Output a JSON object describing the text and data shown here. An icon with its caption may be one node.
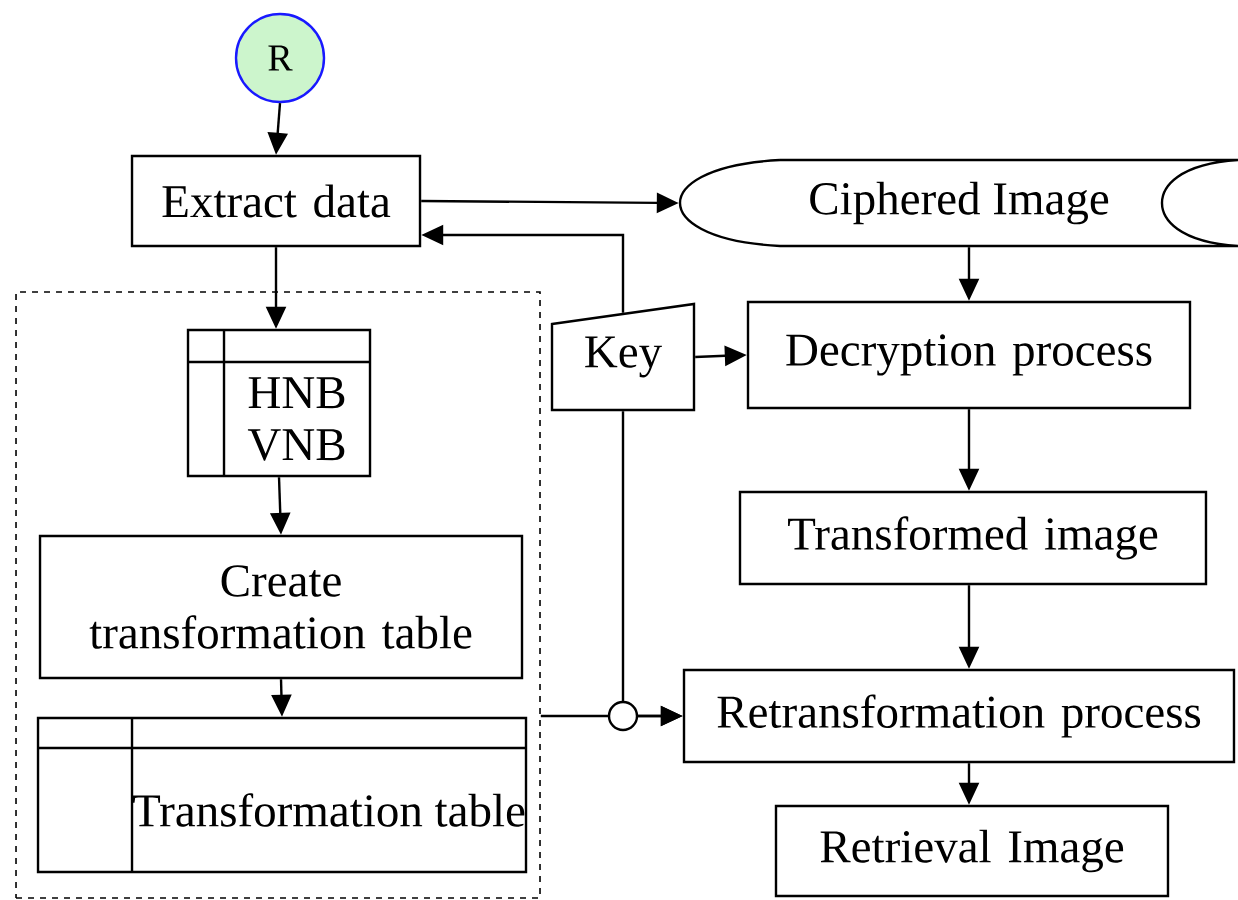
{
  "diagram": {
    "nodes": [
      {
        "text": [
          "R"
        ]
      },
      {
        "text": [
          "Extract data"
        ]
      },
      {
        "text": [
          "Ciphered Image"
        ]
      },
      {
        "text": [],
        "shape": "box"
      },
      {
        "text": [
          "HNB VNB"
        ],
        "in": 3
      },
      {
        "text": [
          "Create transformation table"
        ],
        "in": 3
      },
      {
        "text": [
          "Transformation table"
        ],
        "in": 3
      },
      {
        "text": [
          "Key"
        ]
      },
      {
        "text": [
          "Decryption process"
        ]
      },
      {
        "text": [
          "Transformed image"
        ]
      },
      {
        "text": [
          "Retransformation process"
        ]
      },
      {
        "text": [
          "Retrieval Image"
        ]
      }
    ],
    "edges": [
      {
        "from": 0,
        "to": 1,
        "arrow": "to"
      },
      {
        "from": 1,
        "to": 2,
        "arrow": "to"
      },
      {
        "from": 7,
        "to": 1,
        "arrow": "to"
      },
      {
        "from": 1,
        "to": 4,
        "arrow": "to"
      },
      {
        "from": 4,
        "to": 5,
        "arrow": "to"
      },
      {
        "from": 5,
        "to": 6,
        "arrow": "to"
      },
      {
        "from": 2,
        "to": 8,
        "arrow": "to"
      },
      {
        "from": 7,
        "to": 8,
        "arrow": "to"
      },
      {
        "from": 8,
        "to": 9,
        "arrow": "to"
      },
      {
        "from": 9,
        "to": 10,
        "arrow": "to"
      },
      {
        "from": 3,
        "to": 10,
        "arrow": "to"
      },
      {
        "from": 7,
        "to": 10,
        "arrow": "to"
      },
      {
        "from": 10,
        "to": 11,
        "arrow": "to"
      }
    ]
  }
}
